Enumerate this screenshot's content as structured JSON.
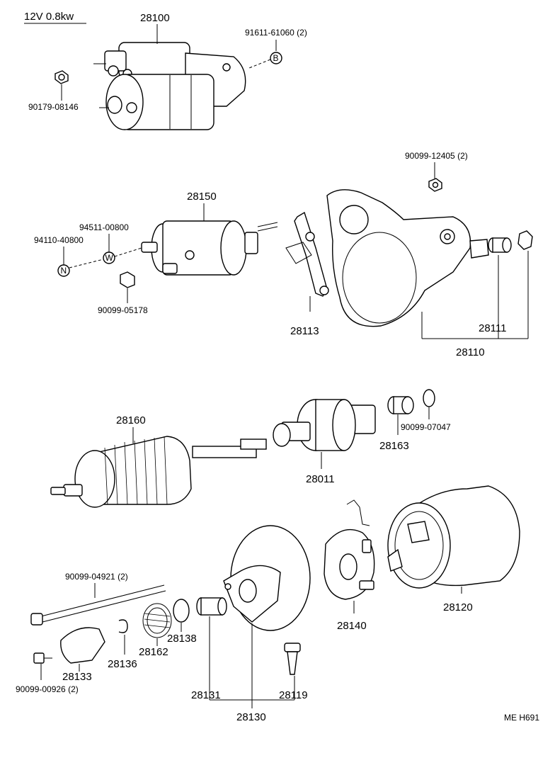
{
  "spec": "12V  0.8kw",
  "footer_code": "ME  H691",
  "labels": {
    "p28100": "28100",
    "p91611": "91611-61060 (2)",
    "p90179": "90179-08146",
    "p90099_12405": "90099-12405 (2)",
    "p28150": "28150",
    "p94511": "94511-00800",
    "p94110": "94110-40800",
    "p90099_05178": "90099-05178",
    "p28113": "28113",
    "p28111": "28111",
    "p28110": "28110",
    "p28160": "28160",
    "p28011": "28011",
    "p28163": "28163",
    "p90099_07047": "90099-07047",
    "p90099_04921": "90099-04921 (2)",
    "p28133": "28133",
    "p28136": "28136",
    "p28162": "28162",
    "p28138": "28138",
    "p90099_00926": "90099-00926 (2)",
    "p28131": "28131",
    "p28130": "28130",
    "p28119": "28119",
    "p28140": "28140",
    "p28120": "28120"
  },
  "markers": {
    "b": "B",
    "w": "W",
    "n": "N"
  }
}
